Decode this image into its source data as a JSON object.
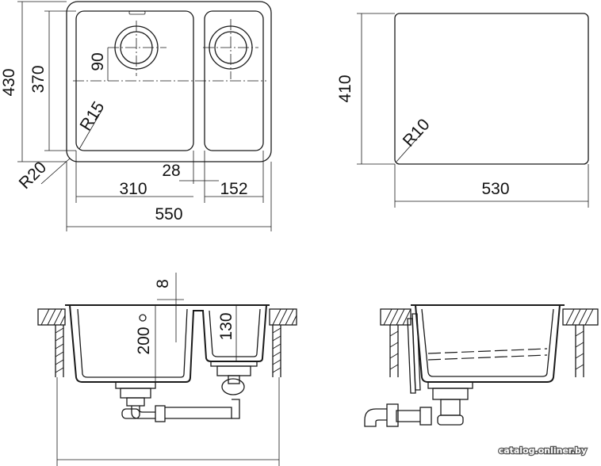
{
  "dimensions": {
    "height_total": "430",
    "height_inner": "370",
    "drain_offset": "90",
    "radius_inner": "R15",
    "radius_outer": "R20",
    "gap": "28",
    "width_main_bowl": "310",
    "width_side_bowl": "152",
    "width_total": "550",
    "cutout_height": "410",
    "cutout_radius": "R10",
    "cutout_width": "530",
    "rim_thickness": "8",
    "depth_main": "200",
    "depth_side": "130"
  },
  "watermark": "catalog.onliner.by"
}
